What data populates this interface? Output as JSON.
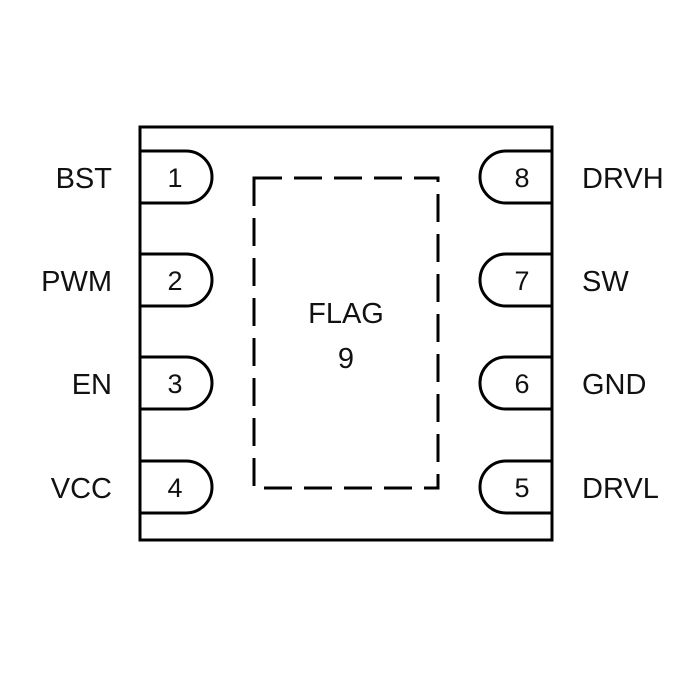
{
  "diagram": {
    "type": "ic-package-pinout",
    "colors": {
      "stroke": "#000000",
      "text": "#111111",
      "background": "#ffffff"
    },
    "pins": [
      {
        "number": "1",
        "name": "BST",
        "side": "left",
        "row": 0
      },
      {
        "number": "2",
        "name": "PWM",
        "side": "left",
        "row": 1
      },
      {
        "number": "3",
        "name": "EN",
        "side": "left",
        "row": 2
      },
      {
        "number": "4",
        "name": "VCC",
        "side": "left",
        "row": 3
      },
      {
        "number": "8",
        "name": "DRVH",
        "side": "right",
        "row": 0
      },
      {
        "number": "7",
        "name": "SW",
        "side": "right",
        "row": 1
      },
      {
        "number": "6",
        "name": "GND",
        "side": "right",
        "row": 2
      },
      {
        "number": "5",
        "name": "DRVL",
        "side": "right",
        "row": 3
      }
    ],
    "thermal_pad": {
      "label": "FLAG",
      "number": "9"
    }
  }
}
